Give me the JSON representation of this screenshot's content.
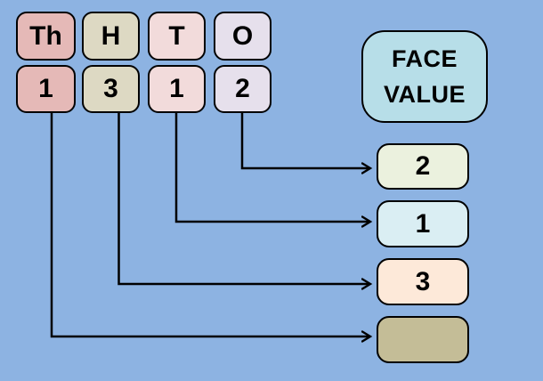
{
  "diagram": {
    "background_color": "#8DB3E2",
    "line_color": "#000000",
    "columns": [
      {
        "label": "Th",
        "digit": "1",
        "color": "#E5B9B7"
      },
      {
        "label": "H",
        "digit": "3",
        "color": "#DDD9C3"
      },
      {
        "label": "T",
        "digit": "1",
        "color": "#F2DBDB"
      },
      {
        "label": "O",
        "digit": "2",
        "color": "#E6E0EC"
      }
    ],
    "face_value": {
      "label": "FACE VALUE",
      "lines": [
        "FACE",
        "VALUE"
      ],
      "color": "#B7DEE8"
    },
    "results": [
      {
        "value": "2",
        "color": "#EBF1DE",
        "from_column": "O"
      },
      {
        "value": "1",
        "color": "#DAEEF3",
        "from_column": "T"
      },
      {
        "value": "3",
        "color": "#FDE9D9",
        "from_column": "H"
      },
      {
        "value": "",
        "color": "#C4BD97",
        "from_column": "Th"
      }
    ]
  }
}
